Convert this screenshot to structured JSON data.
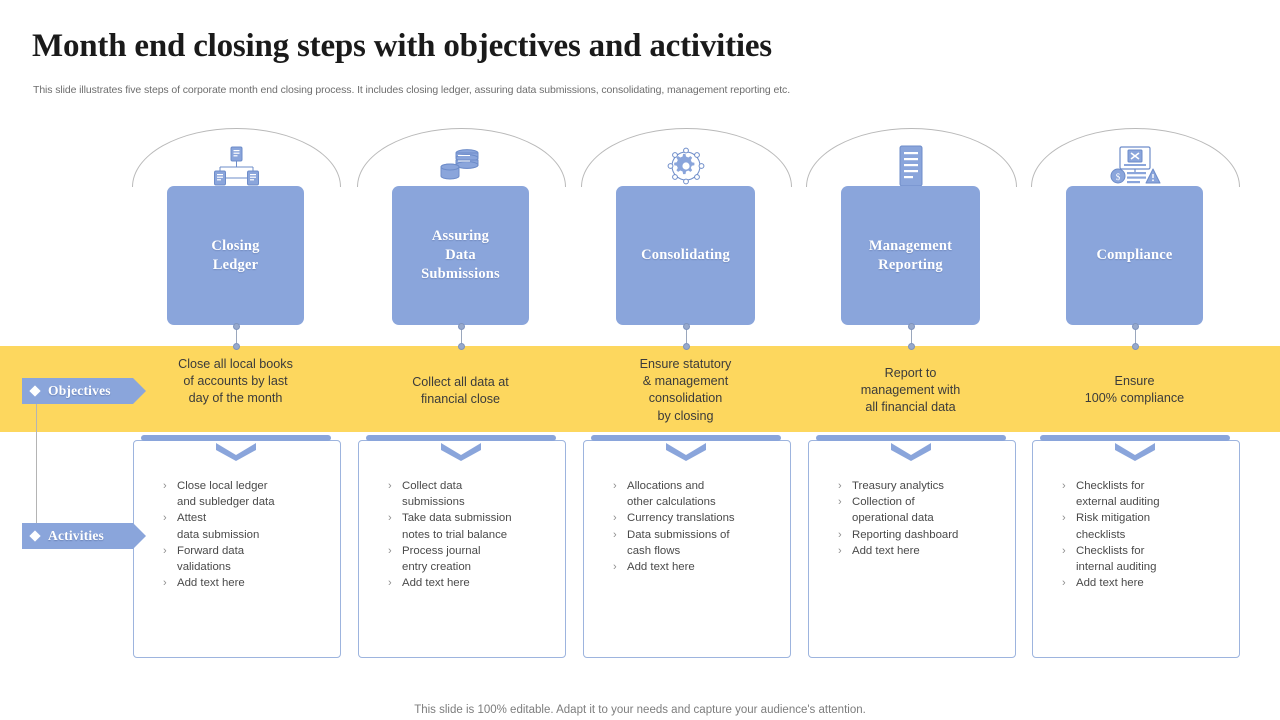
{
  "header": {
    "title": "Month end closing steps with objectives and activities",
    "subtitle": "This slide illustrates five steps of corporate month end closing process. It includes closing ledger, assuring data submissions, consolidating, management reporting etc."
  },
  "side_labels": {
    "objectives": "Objectives",
    "activities": "Activities"
  },
  "colors": {
    "step_blue": "#8aa5db",
    "band_yellow": "#fdd75e",
    "card_border": "#9db4de",
    "text_dark": "#3b3b3b",
    "arc_gray": "#b9b9b9"
  },
  "steps": [
    {
      "id": "closing-ledger",
      "icon": "org-chart-documents-icon",
      "title": "Closing\nLedger",
      "title_lines": [
        "Closing",
        "Ledger"
      ],
      "objective": "Close all local books of accounts by last day of the month",
      "objective_lines": [
        "Close all local books",
        "of accounts by last",
        "day of the month"
      ],
      "activities": [
        "Close local ledger and subledger data",
        "Attest data submission",
        "Forward data validations",
        "Add text here"
      ],
      "activity_lines": [
        [
          "Close local ledger",
          "and subledger data"
        ],
        [
          "Attest",
          "data submission"
        ],
        [
          "Forward data",
          "validations"
        ],
        [
          "Add text here"
        ]
      ]
    },
    {
      "id": "assuring-data-submissions",
      "icon": "database-stack-icon",
      "title": "Assuring Data Submissions",
      "title_lines": [
        "Assuring",
        "Data",
        "Submissions"
      ],
      "objective": "Collect all data at financial close",
      "objective_lines": [
        "Collect all data at",
        "financial close"
      ],
      "activities": [
        "Collect data submissions",
        "Take data submission notes to trial balance",
        "Process journal entry creation",
        "Add text here"
      ],
      "activity_lines": [
        [
          "Collect data",
          "submissions"
        ],
        [
          "Take data submission",
          "notes to trial balance"
        ],
        [
          "Process journal",
          "entry creation"
        ],
        [
          "Add text here"
        ]
      ]
    },
    {
      "id": "consolidating",
      "icon": "gear-network-icon",
      "title": "Consolidating",
      "title_lines": [
        "Consolidating"
      ],
      "objective": "Ensure statutory & management consolidation by closing",
      "objective_lines": [
        "Ensure statutory",
        "& management",
        "consolidation",
        "by closing"
      ],
      "activities": [
        "Allocations and other calculations",
        "Currency translations",
        "Data submissions of cash flows",
        "Add text here"
      ],
      "activity_lines": [
        [
          "Allocations and",
          "other calculations"
        ],
        [
          "Currency translations"
        ],
        [
          "Data submissions of",
          "cash flows"
        ],
        [
          "Add text here"
        ]
      ]
    },
    {
      "id": "management-reporting",
      "icon": "report-document-icon",
      "title": "Management Reporting",
      "title_lines": [
        "Management",
        "Reporting"
      ],
      "objective": "Report to management with all financial data",
      "objective_lines": [
        "Report to",
        "management with",
        "all financial data"
      ],
      "activities": [
        "Treasury analytics",
        "Collection of operational data",
        "Reporting dashboard",
        "Add text here"
      ],
      "activity_lines": [
        [
          "Treasury analytics"
        ],
        [
          "Collection of",
          "operational data"
        ],
        [
          "Reporting dashboard"
        ],
        [
          "Add text here"
        ]
      ]
    },
    {
      "id": "compliance",
      "icon": "compliance-clipboard-icon",
      "title": "Compliance",
      "title_lines": [
        "Compliance"
      ],
      "objective": "Ensure 100% compliance",
      "objective_lines": [
        "Ensure",
        "100% compliance"
      ],
      "activities": [
        "Checklists for external auditing",
        "Risk mitigation checklists",
        "Checklists for internal auditing",
        "Add text here"
      ],
      "activity_lines": [
        [
          "Checklists for",
          "external auditing"
        ],
        [
          "Risk mitigation",
          "checklists"
        ],
        [
          "Checklists for",
          "internal auditing"
        ],
        [
          "Add text here"
        ]
      ]
    }
  ],
  "bullet_mark": "›",
  "footer": {
    "note": "This slide is 100% editable. Adapt it to your needs and capture your audience's attention."
  }
}
